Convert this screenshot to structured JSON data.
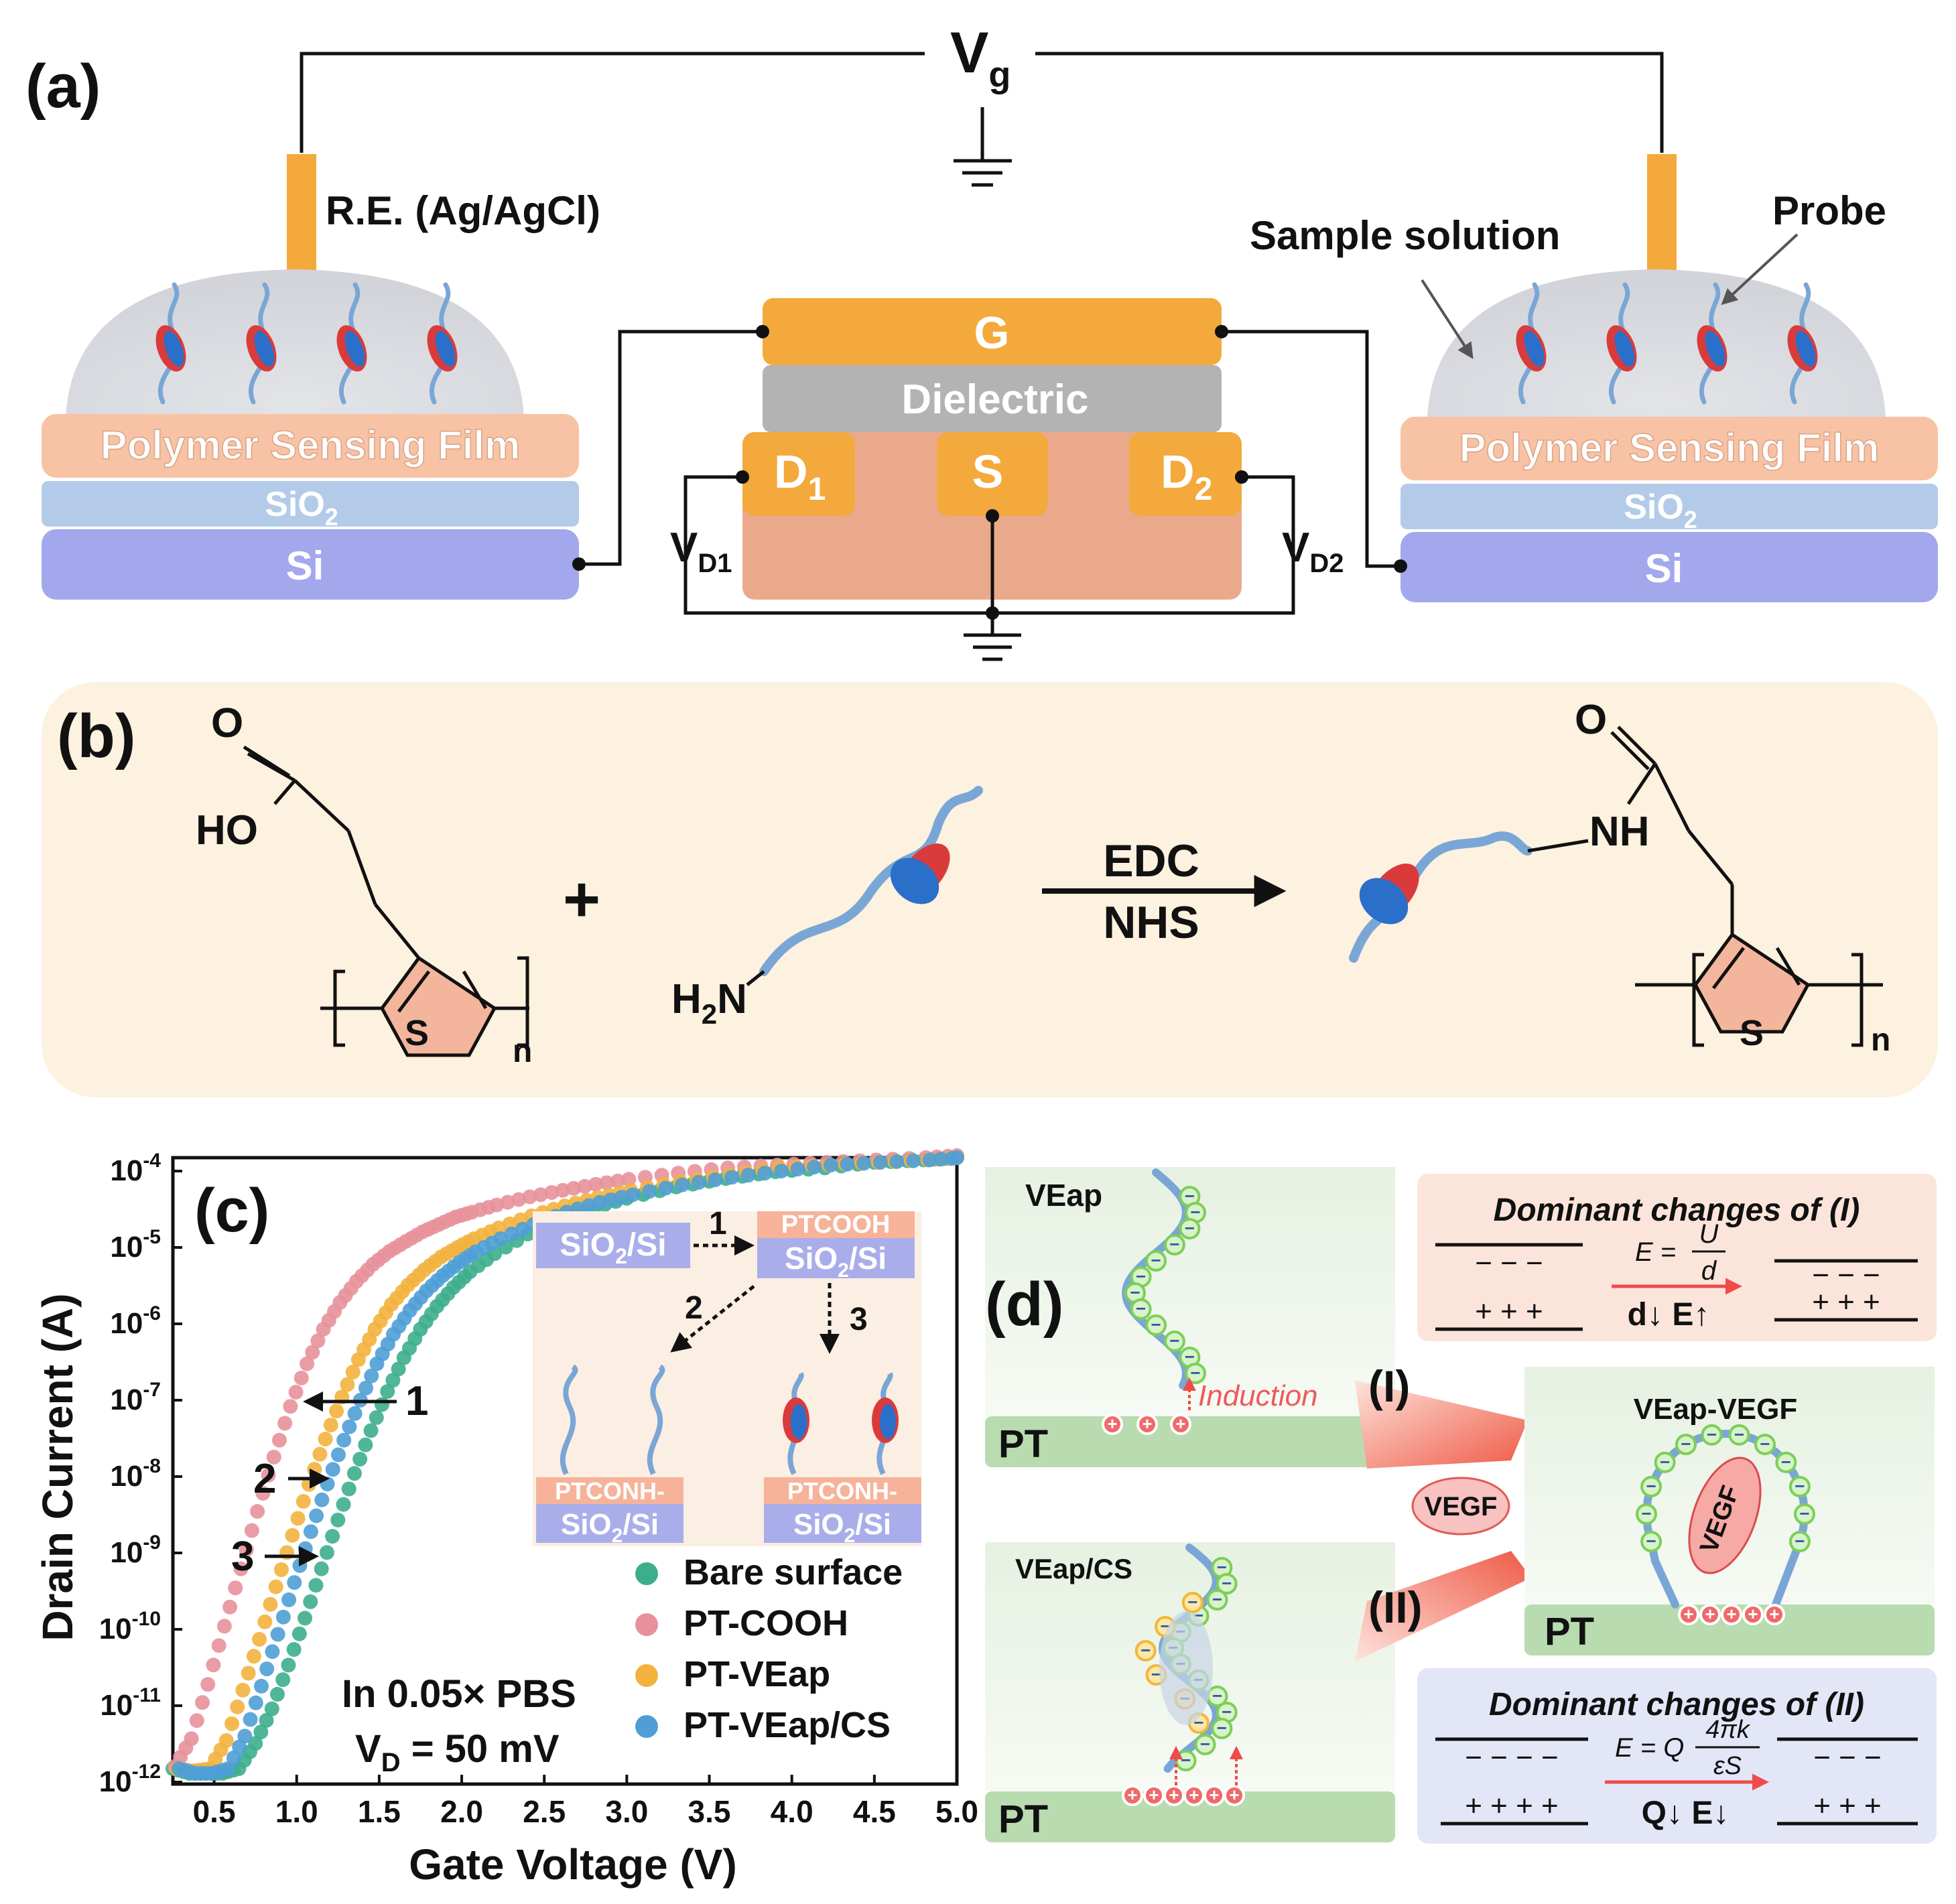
{
  "panels": {
    "a": "(a)",
    "b": "(b)",
    "c": "(c)",
    "d": "(d)"
  },
  "panel_a": {
    "vg_main": "V",
    "vg_sub": "g",
    "re_label": "R.E. (Ag/AgCl)",
    "sample_solution": "Sample solution",
    "probe": "Probe",
    "gate": "G",
    "dielectric": "Dielectric",
    "d1_main": "D",
    "d1_sub": "1",
    "source": "S",
    "d2_main": "D",
    "d2_sub": "2",
    "vd1_main": "V",
    "vd1_sub": "D1",
    "vd2_main": "V",
    "vd2_sub": "D2",
    "polymer_film": "Polymer Sensing Film",
    "sio2_main": "SiO",
    "sio2_sub": "2",
    "si": "Si"
  },
  "panel_b": {
    "o_left": "O",
    "ho": "HO",
    "s_left": "S",
    "n_left": "n",
    "plus": "+",
    "h2n_main": "H",
    "h2n_sub": "2",
    "h2n_end": "N",
    "edc": "EDC",
    "nhs": "NHS",
    "o_right": "O",
    "nh": "NH",
    "s_right": "S",
    "n_right": "n"
  },
  "panel_c": {
    "inset": {
      "sio2si_main": "SiO",
      "sio2si_sub": "2",
      "sio2si_end": "/Si",
      "ptcooh": "PTCOOH",
      "ptconh": "PTCONH-",
      "step1": "1",
      "step2": "2",
      "step3": "3"
    },
    "arrows": [
      "1",
      "2",
      "3"
    ],
    "annot_line1": "In 0.05× PBS",
    "annot_vd_main": "V",
    "annot_vd_sub": "D",
    "annot_vd_end": " = 50 mV"
  },
  "chart_data": {
    "type": "scatter",
    "title": "",
    "xlabel": "Gate Voltage (V)",
    "ylabel": "Drain Current (A)",
    "xlim": [
      0.25,
      5.0
    ],
    "ylim": [
      1e-12,
      0.0001
    ],
    "yscale": "log",
    "x_ticks": [
      "0.5",
      "1.0",
      "1.5",
      "2.0",
      "2.5",
      "3.0",
      "3.5",
      "4.0",
      "4.5",
      "5.0"
    ],
    "y_ticks": [
      {
        "base": "10",
        "exp": "-4"
      },
      {
        "base": "10",
        "exp": "-5"
      },
      {
        "base": "10",
        "exp": "-6"
      },
      {
        "base": "10",
        "exp": "-7"
      },
      {
        "base": "10",
        "exp": "-8"
      },
      {
        "base": "10",
        "exp": "-9"
      },
      {
        "base": "10",
        "exp": "-10"
      },
      {
        "base": "10",
        "exp": "-11"
      },
      {
        "base": "10",
        "exp": "-12"
      }
    ],
    "grid": false,
    "legend_position": "bottom-right",
    "series": [
      {
        "name": "Bare surface",
        "color": "#3dae8c",
        "x": [
          0.25,
          0.35,
          0.45,
          0.55,
          0.65,
          0.75,
          0.85,
          0.95,
          1.05,
          1.15,
          1.25,
          1.35,
          1.45,
          1.55,
          1.65,
          1.75,
          1.85,
          1.95,
          2.05,
          2.2,
          2.4,
          2.6,
          2.8,
          3.0,
          3.3,
          3.6,
          3.9,
          4.2,
          4.5,
          4.8,
          5.0
        ],
        "y": [
          1.5e-12,
          1.3e-12,
          1.3e-12,
          1.3e-12,
          1.5e-12,
          3.2e-12,
          9.1e-12,
          3.4e-11,
          1.4e-10,
          6.2e-10,
          2.7e-09,
          1.1e-08,
          4e-08,
          1.3e-07,
          3.6e-07,
          8.5e-07,
          1.7e-06,
          3e-06,
          4.8e-06,
          8.3e-06,
          1.5e-05,
          2.3e-05,
          3.3e-05,
          4.4e-05,
          6.2e-05,
          8e-05,
          9.8e-05,
          0.00011,
          0.00013,
          0.00014,
          0.00015
        ]
      },
      {
        "name": "PT-COOH",
        "color": "#e8919b",
        "x": [
          0.25,
          0.35,
          0.45,
          0.55,
          0.65,
          0.75,
          0.85,
          0.95,
          1.05,
          1.15,
          1.25,
          1.35,
          1.45,
          1.55,
          1.65,
          1.75,
          1.85,
          1.95,
          2.05,
          2.2,
          2.4,
          2.6,
          2.8,
          3.0,
          3.3,
          3.6,
          3.9,
          4.2,
          4.5,
          4.8,
          5.0
        ],
        "y": [
          1.6e-12,
          3.7e-12,
          1.9e-11,
          1.1e-10,
          6.2e-10,
          3.5e-09,
          1.8e-08,
          8.3e-08,
          3e-07,
          8.5e-07,
          1.9e-06,
          3.6e-06,
          6e-06,
          8.9e-06,
          1.2e-05,
          1.6e-05,
          2e-05,
          2.5e-05,
          2.9e-05,
          3.6e-05,
          4.6e-05,
          5.6e-05,
          6.7e-05,
          7.8e-05,
          9.4e-05,
          0.00011,
          0.00012,
          0.00013,
          0.00014,
          0.00015,
          0.00016
        ]
      },
      {
        "name": "PT-VEap",
        "color": "#f3b23e",
        "x": [
          0.25,
          0.35,
          0.45,
          0.55,
          0.65,
          0.75,
          0.85,
          0.95,
          1.05,
          1.15,
          1.25,
          1.35,
          1.45,
          1.55,
          1.65,
          1.75,
          1.85,
          1.95,
          2.05,
          2.2,
          2.4,
          2.6,
          2.8,
          3.0,
          3.3,
          3.6,
          3.9,
          4.2,
          4.5,
          4.8,
          5.0
        ],
        "y": [
          1.5e-12,
          1.4e-12,
          1.5e-12,
          3.5e-12,
          1.6e-11,
          7.4e-11,
          3.6e-10,
          1.7e-09,
          7.9e-09,
          3.1e-08,
          1.1e-07,
          3.4e-07,
          8.5e-07,
          1.8e-06,
          3.2e-06,
          5.1e-06,
          7.5e-06,
          1e-05,
          1.3e-05,
          1.8e-05,
          2.6e-05,
          3.5e-05,
          4.5e-05,
          5.6e-05,
          7.3e-05,
          8.9e-05,
          0.00011,
          0.00012,
          0.00013,
          0.00014,
          0.00015
        ]
      },
      {
        "name": "PT-VEap/CS",
        "color": "#4f9fd6",
        "x": [
          0.25,
          0.35,
          0.45,
          0.55,
          0.65,
          0.75,
          0.85,
          0.95,
          1.05,
          1.15,
          1.25,
          1.35,
          1.45,
          1.55,
          1.65,
          1.75,
          1.85,
          1.95,
          2.05,
          2.2,
          2.4,
          2.6,
          2.8,
          3.0,
          3.3,
          3.6,
          3.9,
          4.2,
          4.5,
          4.8,
          5.0
        ],
        "y": [
          1.5e-12,
          1.3e-12,
          1.3e-12,
          1.5e-12,
          4e-12,
          1.8e-11,
          8.6e-11,
          4.1e-10,
          1.9e-09,
          8e-09,
          3e-08,
          1e-07,
          3e-07,
          7.3e-07,
          1.5e-06,
          2.7e-06,
          4.3e-06,
          6.4e-06,
          8.8e-06,
          1.3e-05,
          2e-05,
          2.9e-05,
          3.9e-05,
          4.9e-05,
          6.6e-05,
          8.3e-05,
          0.0001,
          0.00012,
          0.00013,
          0.00014,
          0.00015
        ]
      }
    ]
  },
  "panel_d": {
    "veap": "VEap",
    "veap_cs": "VEap/CS",
    "veap_vegf": "VEap-VEGF",
    "pt": "PT",
    "induction": "Induction",
    "roman1": "(I)",
    "roman2": "(II)",
    "vegf": "VEGF",
    "dom1_title": "Dominant changes of (I)",
    "dom2_title": "Dominant changes of (II)",
    "eq1_lhs": "E =",
    "eq1_num": "U",
    "eq1_den": "d",
    "eq2_lhs": "E = Q",
    "eq2_num": "4πk",
    "eq2_den": "εS",
    "dom1_change": "d↓ E↑",
    "dom2_change": "Q↓   E↓",
    "minus3": "−  −  −",
    "plus3": "+  +  +",
    "minus4": "−  −  −  −",
    "plus4": "+  +  +  +",
    "charge_minus": "−",
    "charge_plus": "+"
  }
}
